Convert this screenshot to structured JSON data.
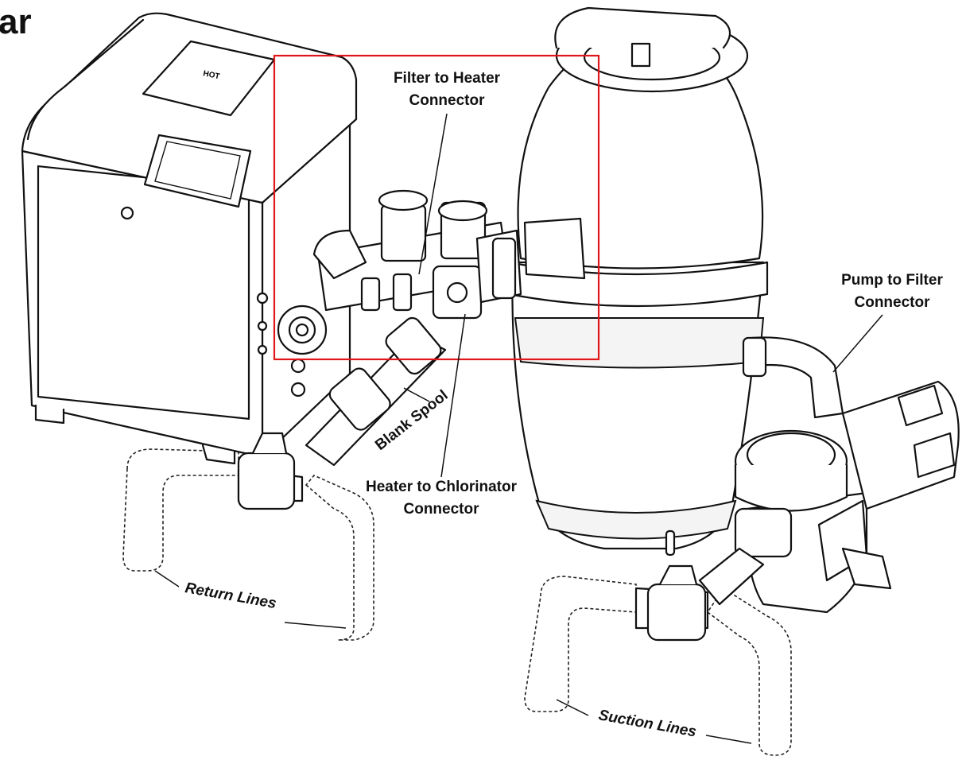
{
  "heading_fragment": "ar",
  "labels": {
    "filter_to_heater_line1": "Filter to Heater",
    "filter_to_heater_line2": "Connector",
    "pump_to_filter_line1": "Pump to Filter",
    "pump_to_filter_line2": "Connector",
    "heater_to_chlorinator_line1": "Heater to Chlorinator",
    "heater_to_chlorinator_line2": "Connector",
    "blank_spool": "Blank Spool",
    "return_lines": "Return Lines",
    "suction_lines": "Suction Lines"
  },
  "heater_badge_text": "HOT",
  "colors": {
    "highlight_box": "#e0161b",
    "line_art": "#111111",
    "background": "#ffffff"
  }
}
